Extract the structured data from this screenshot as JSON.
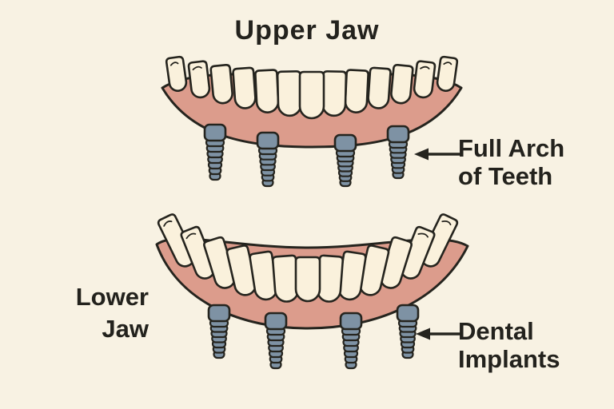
{
  "upper_jaw": {
    "title": "Upper Jaw",
    "teeth_count": 13,
    "implant_count": 4,
    "annotation": {
      "line1": "Full Arch",
      "line2": "of Teeth"
    }
  },
  "lower_jaw": {
    "label_line1": "Lower",
    "label_line2": "Jaw",
    "teeth_count": 13,
    "implant_count": 4,
    "annotation": {
      "line1": "Dental",
      "line2": "Implants"
    }
  },
  "icons": {
    "upper_pointer": "arrow-left-icon",
    "lower_pointer": "arrow-left-icon"
  },
  "colors": {
    "background": "#F8F2E3",
    "outline": "#25241E",
    "teeth": "#FAF1DC",
    "gum": "#DC9C8C",
    "implant": "#7E92A4",
    "text": "#23221D"
  }
}
